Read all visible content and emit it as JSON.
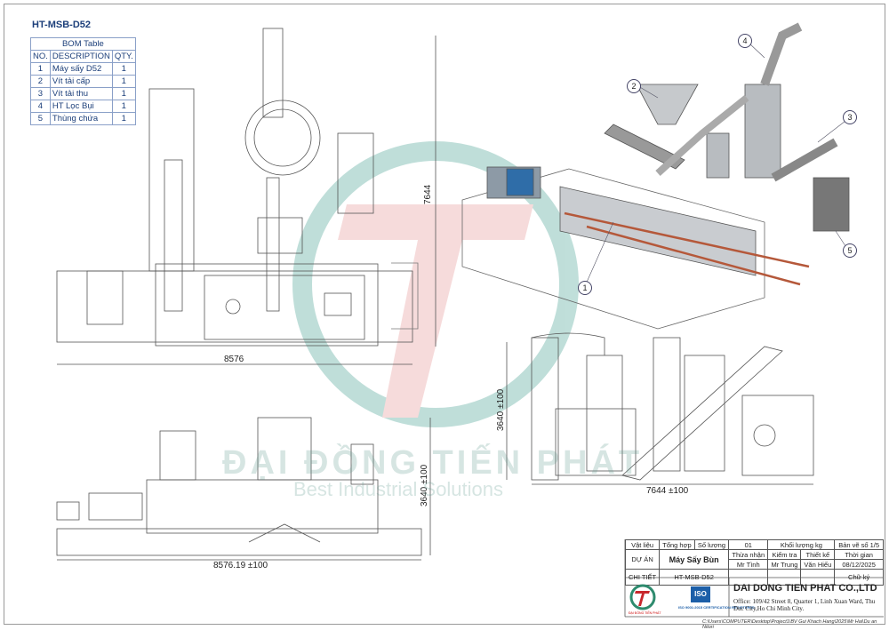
{
  "drawing_id": "HT-MSB-D52",
  "bom": {
    "title": "BOM Table",
    "headers": [
      "NO.",
      "DESCRIPTION",
      "QTY."
    ],
    "rows": [
      [
        "1",
        "Máy sấy D52",
        "1"
      ],
      [
        "2",
        "Vít tải cấp",
        "1"
      ],
      [
        "3",
        "Vít tải thu",
        "1"
      ],
      [
        "4",
        "HT Lọc Bụi",
        "1"
      ],
      [
        "5",
        "Thùng chứa",
        "1"
      ]
    ]
  },
  "dimensions": {
    "top_width": "8576",
    "top_height": "7644",
    "front_width": "8576.19 ±100",
    "front_height": "3640 ±100",
    "side_width": "7644 ±100",
    "side_height": "3640 ±100"
  },
  "callouts": [
    "1",
    "2",
    "3",
    "4",
    "5"
  ],
  "watermark": {
    "line1": "ĐẠI ĐỒNG TIẾN PHÁT",
    "line2": "Best Industrial Solutions"
  },
  "title_block": {
    "vat_lieu_label": "Vật liệu",
    "vat_lieu": "Tổng hợp",
    "so_luong_label": "Số lượng",
    "so_luong": "01",
    "khoi_luong": "Khối lượng  kg",
    "ban_ve": "Bản vẽ số 1/5",
    "du_an_label": "DỰ ÁN",
    "du_an": "Máy Sấy Bùn",
    "thua_nhan_label": "Thừa nhận",
    "thua_nhan": "Mr Tình",
    "kiem_tra_label": "Kiểm tra",
    "kiem_tra": "Mr Trung",
    "thiet_ke_label": "Thiết kế",
    "thiet_ke": "Văn Hiếu",
    "thoi_gian_label": "Thời gian",
    "thoi_gian": "08/12/2025",
    "chi_tiet_label": "CHI TIẾT",
    "chi_tiet": "HT-MSB-D52",
    "chu_ky": "Chữ ký",
    "company": "DAI DONG TIEN PHAT CO.,LTD",
    "address": "Office: 109/42 Street 8, Quarter 1, Linh Xuan Ward, Thu Duc City,Ho Chi Minh City.",
    "iso": "ISO",
    "iso_text": "ISO 9001:2015 CERTIFICATION REGISTERED",
    "logo_text": "ĐẠI ĐỒNG TIẾN PHÁT",
    "file_path": "C:\\Users\\COMPUTER\\Desktop\\Project1\\BV Gui Khach Hang\\2025\\Mr Hai\\Du an Nitori"
  }
}
